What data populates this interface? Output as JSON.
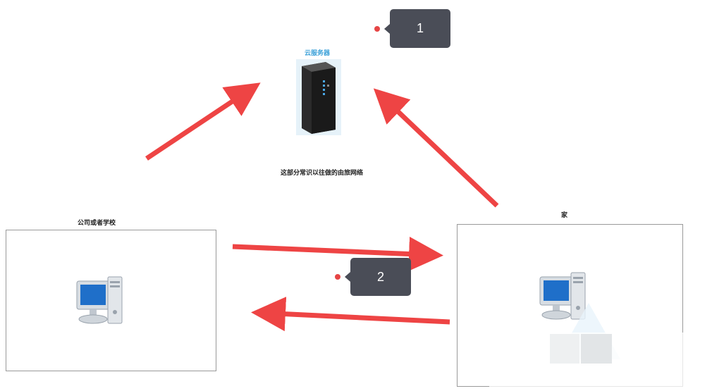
{
  "labels": {
    "server": "云服务器",
    "caption": "这部分常识以往做的由旅网络",
    "left_box": "公司或者学校",
    "right_box": "家"
  },
  "badges": {
    "one": "1",
    "two": "2"
  },
  "colors": {
    "arrow": "#ee4444",
    "badge": "#4a4d57",
    "server_label": "#3aa0d8"
  }
}
